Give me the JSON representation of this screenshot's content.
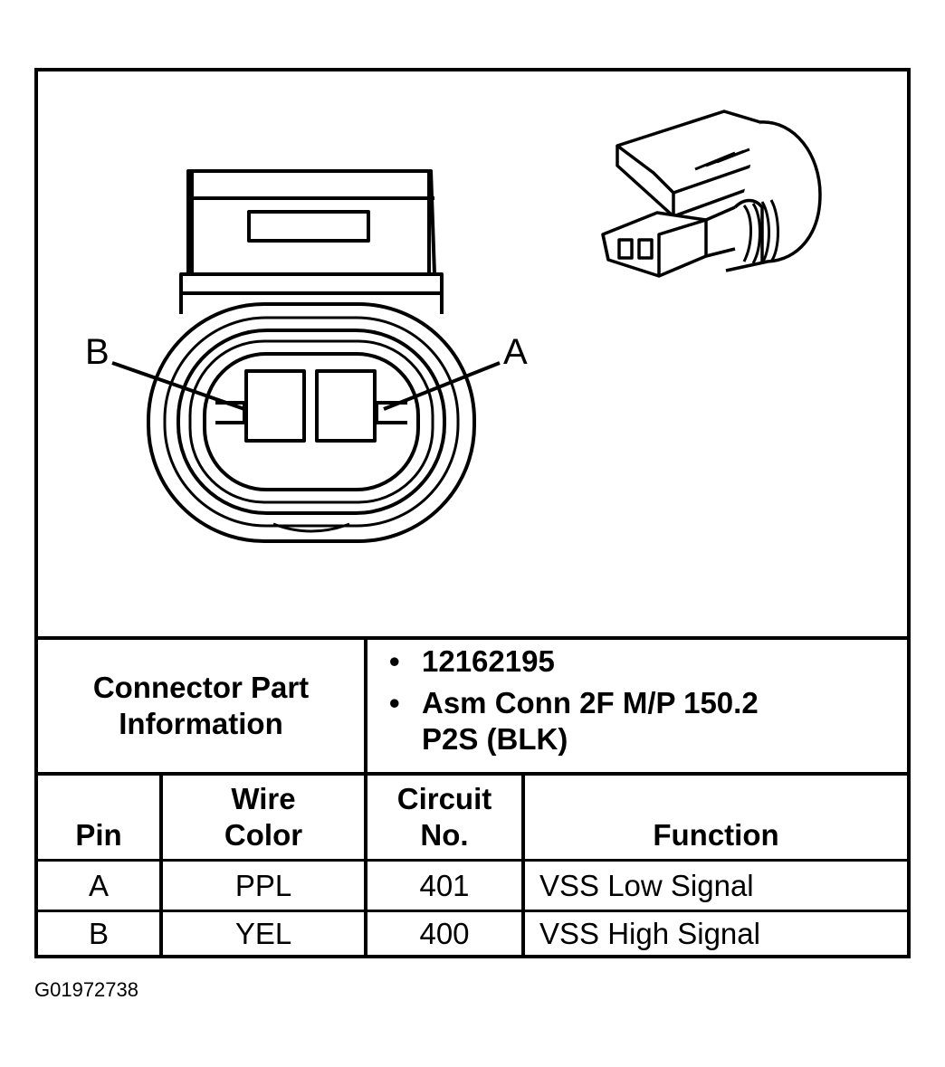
{
  "callouts": {
    "pin_b": "B",
    "pin_a": "A"
  },
  "part_info": {
    "label_line1": "Connector Part",
    "label_line2": "Information",
    "items": [
      {
        "text": "12162195"
      },
      {
        "text": "Asm Conn 2F M/P 150.2 P2S (BLK)"
      }
    ]
  },
  "table": {
    "headers": {
      "pin": "Pin",
      "wire_color_line1": "Wire",
      "wire_color_line2": "Color",
      "circuit_line1": "Circuit",
      "circuit_line2": "No.",
      "function": "Function"
    },
    "rows": [
      {
        "pin": "A",
        "wire_color": "PPL",
        "circuit": "401",
        "function": "VSS Low Signal"
      },
      {
        "pin": "B",
        "wire_color": "YEL",
        "circuit": "400",
        "function": "VSS High Signal"
      }
    ]
  },
  "figure_id": "G01972738"
}
